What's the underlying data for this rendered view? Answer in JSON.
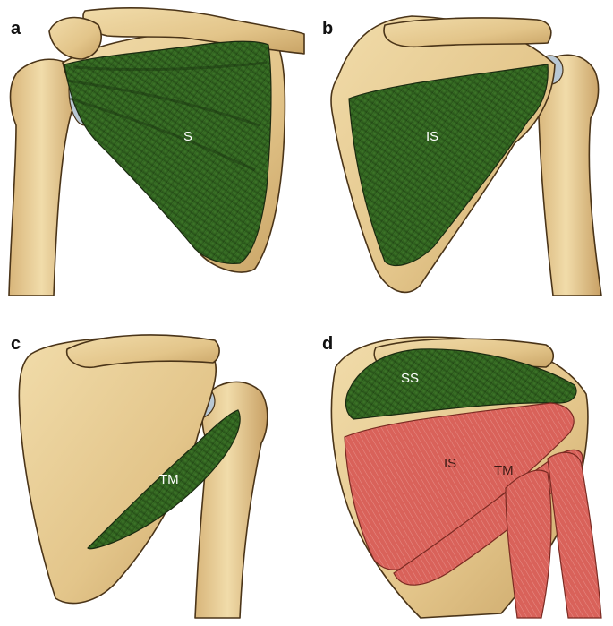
{
  "panels": [
    {
      "letter": "a",
      "muscles": [
        {
          "label": "S"
        }
      ]
    },
    {
      "letter": "b",
      "muscles": [
        {
          "label": "IS"
        }
      ]
    },
    {
      "letter": "c",
      "muscles": [
        {
          "label": "TM"
        }
      ]
    },
    {
      "letter": "d",
      "muscles": [
        {
          "label": "SS"
        },
        {
          "label": "IS"
        },
        {
          "label": "TM"
        }
      ]
    }
  ],
  "colors": {
    "bone": "#e8cf98",
    "bone_shadow": "#b8954f",
    "muscle_green": "#2f5a1e",
    "muscle_red": "#d9625a",
    "cartilage": "#b9c8d4"
  }
}
